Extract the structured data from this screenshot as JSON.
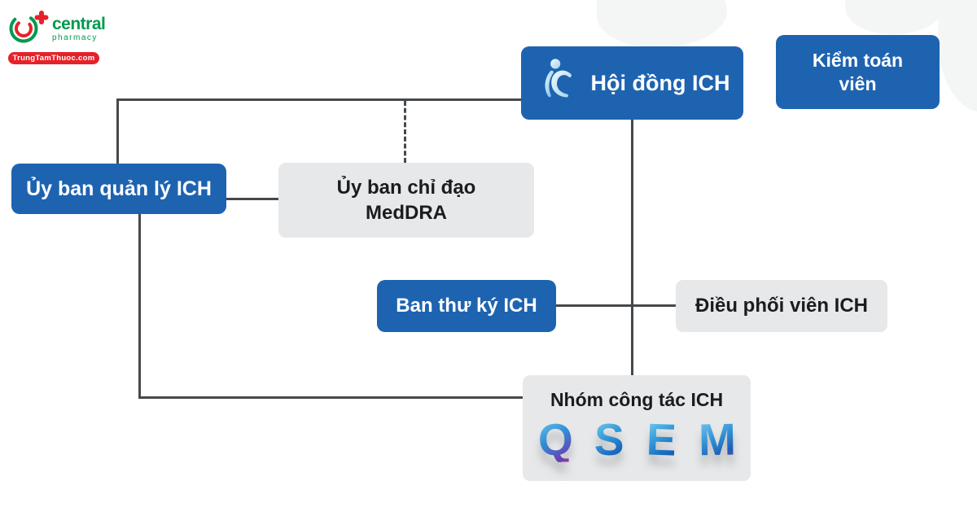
{
  "brand": {
    "name": "central",
    "subname": "pharmacy",
    "badge": "TrungTamThuoc.com"
  },
  "colors": {
    "primary_blue": "#1e63b0",
    "box_gray": "#e7e8e9",
    "line_gray": "#46494c",
    "brand_green": "#009a4e",
    "brand_red": "#e62129"
  },
  "nodes": {
    "ich_assembly": {
      "label": "Hội đồng ICH"
    },
    "auditor": {
      "label": "Kiểm toán viên"
    },
    "management_committee": {
      "label": "Ủy ban quản lý ICH"
    },
    "meddra_committee": {
      "label_line1": "Ủy ban chỉ đạo",
      "label_line2": "MedDRA"
    },
    "secretariat": {
      "label": "Ban thư ký ICH"
    },
    "coordinator": {
      "label": "Điều phối viên ICH"
    },
    "working_group": {
      "label": "Nhóm công tác ICH",
      "letters": [
        "Q",
        "S",
        "E",
        "M"
      ]
    }
  }
}
